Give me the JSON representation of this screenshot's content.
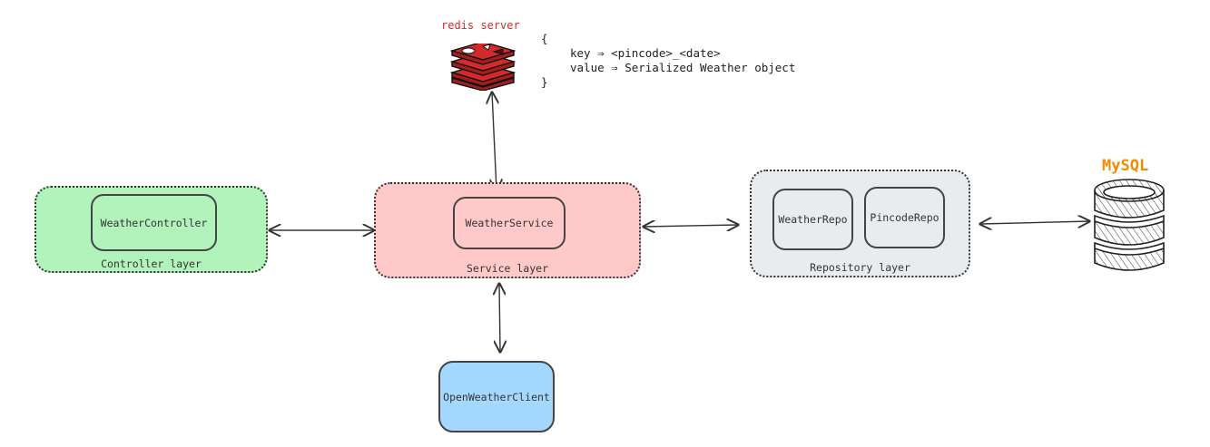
{
  "redis": {
    "label": "redis server",
    "note_open": "{",
    "note_key": "key ⇒ <pincode>_<date>",
    "note_value": "value ⇒ Serialized Weather object",
    "note_close": "}"
  },
  "controller_layer": {
    "label": "Controller layer",
    "component": "WeatherController"
  },
  "service_layer": {
    "label": "Service layer",
    "component": "WeatherService"
  },
  "repository_layer": {
    "label": "Repository layer",
    "components": [
      "WeatherRepo",
      "PincodeRepo"
    ]
  },
  "client": {
    "label": "OpenWeatherClient"
  },
  "database": {
    "label": "MySQL"
  },
  "colors": {
    "controller_fill": "#b2f2bb",
    "service_fill": "#ffc9c9",
    "repository_fill": "#e9ecef",
    "client_fill": "#a5d8ff",
    "redis_red": "#d42a2a",
    "mysql_orange": "#f08c00"
  }
}
